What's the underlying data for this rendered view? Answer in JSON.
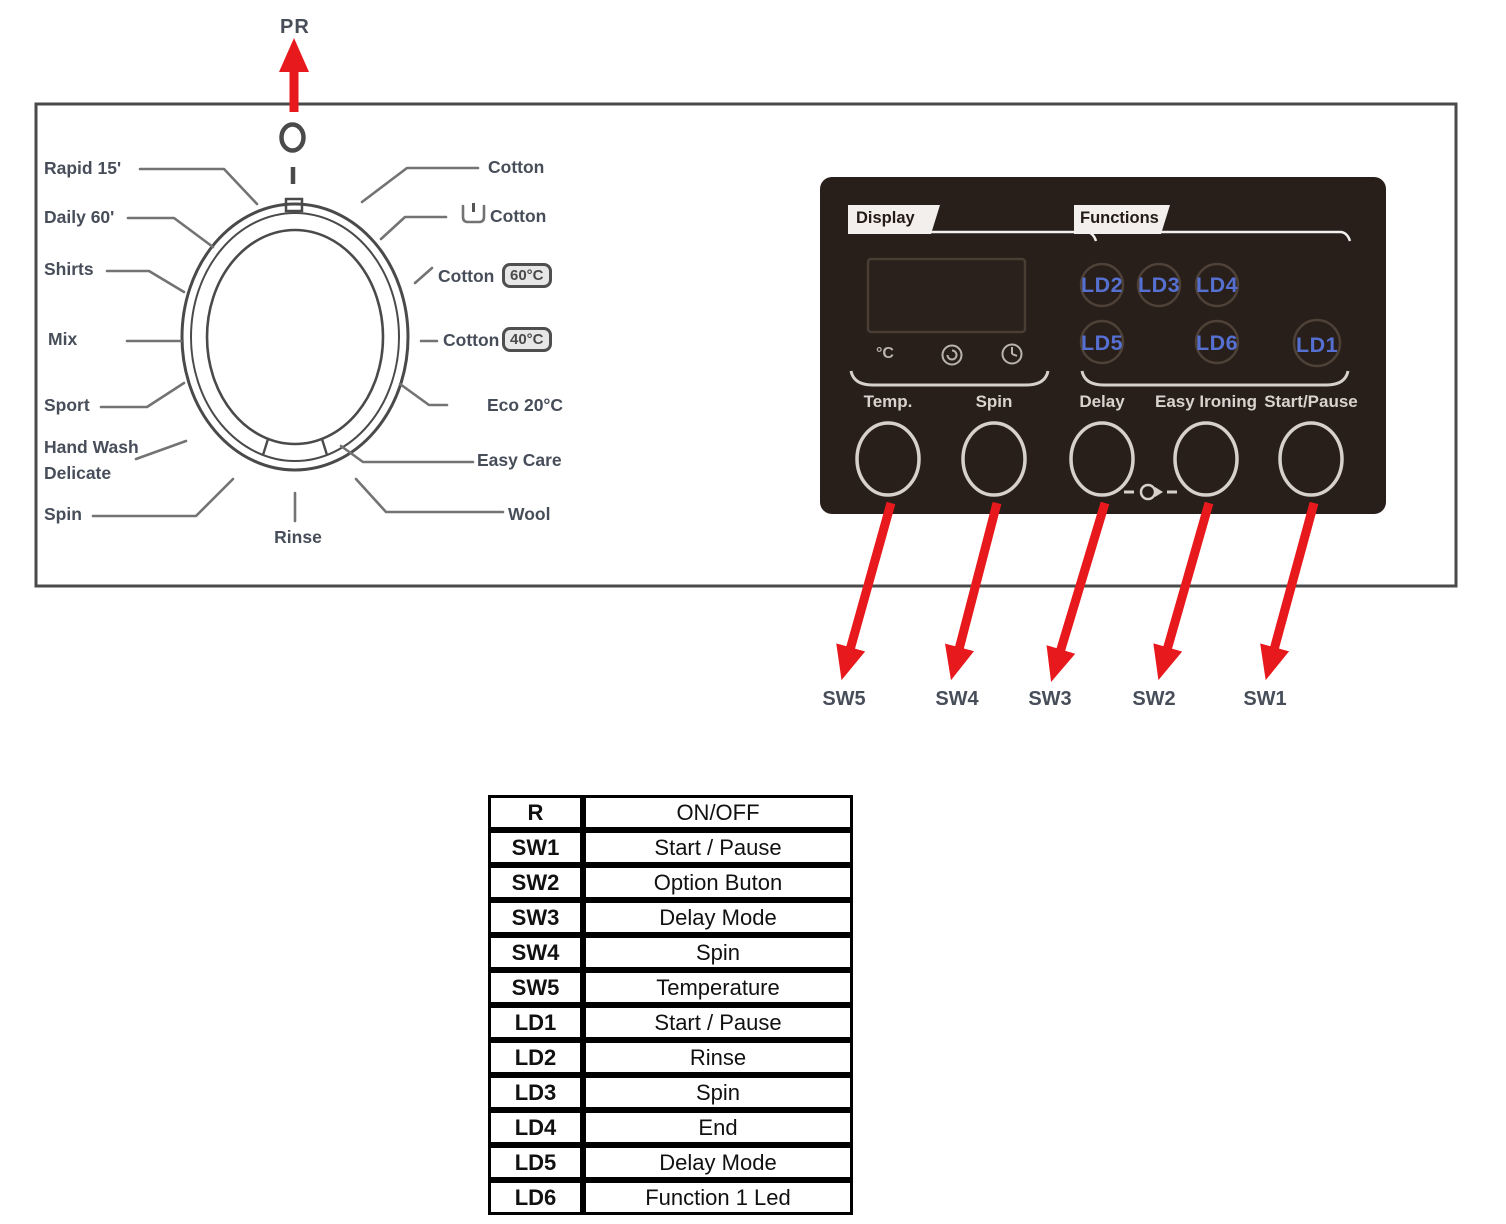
{
  "colors": {
    "arrow_red": "#e8191d",
    "led_blue": "#5570d0",
    "panel_bg": "#281e1a",
    "panel_text": "#d8d3cd",
    "line_gray": "#737373",
    "label_color": "#474e59"
  },
  "callouts": {
    "pr": "PR",
    "sw5": "SW5",
    "sw4": "SW4",
    "sw3": "SW3",
    "sw2": "SW2",
    "sw1": "SW1"
  },
  "dial": {
    "left_labels": [
      "Rapid 15'",
      "Daily 60'",
      "Shirts",
      "Mix",
      "Sport"
    ],
    "hand_wash_line1": "Hand Wash",
    "hand_wash_line2": "Delicate",
    "spin": "Spin",
    "rinse": "Rinse",
    "right": {
      "cotton1": "Cotton",
      "cotton2": "Cotton",
      "cotton3": "Cotton",
      "cotton3_badge": "60°C",
      "cotton4": "Cotton",
      "cotton4_badge": "40°C",
      "eco": "Eco 20°C",
      "easy_care": "Easy Care",
      "wool": "Wool"
    }
  },
  "panel": {
    "display_tab": "Display",
    "functions_tab": "Functions",
    "display_icons": {
      "temp_unit": "°C",
      "spin_icon": "spiral-icon",
      "delay_icon": "clock-icon"
    },
    "leds": {
      "ld2": "LD2",
      "ld3": "LD3",
      "ld4": "LD4",
      "ld5": "LD5",
      "ld6": "LD6",
      "ld1": "LD1"
    },
    "buttons": {
      "temp": "Temp.",
      "spin": "Spin",
      "delay": "Delay",
      "easy_ironing": "Easy Ironing",
      "start_pause": "Start/Pause"
    }
  },
  "legend_table": {
    "rows": [
      {
        "key": "R",
        "value": "ON/OFF"
      },
      {
        "key": "SW1",
        "value": "Start / Pause"
      },
      {
        "key": "SW2",
        "value": "Option Buton"
      },
      {
        "key": "SW3",
        "value": "Delay Mode"
      },
      {
        "key": "SW4",
        "value": "Spin"
      },
      {
        "key": "SW5",
        "value": "Temperature"
      },
      {
        "key": "LD1",
        "value": "Start / Pause"
      },
      {
        "key": "LD2",
        "value": "Rinse"
      },
      {
        "key": "LD3",
        "value": "Spin"
      },
      {
        "key": "LD4",
        "value": "End"
      },
      {
        "key": "LD5",
        "value": "Delay Mode"
      },
      {
        "key": "LD6",
        "value": "Function 1 Led"
      }
    ]
  }
}
